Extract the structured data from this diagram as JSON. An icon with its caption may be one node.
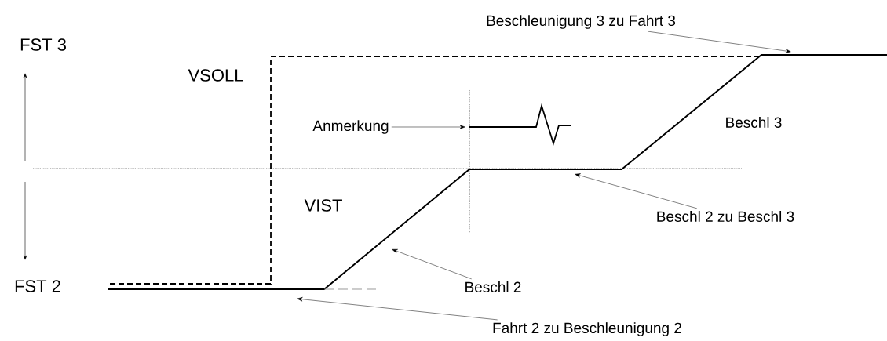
{
  "diagram": {
    "nodes": [
      {
        "text": [
          "Beschleunigung 3 zu Fahrt 3"
        ]
      },
      {
        "text": [
          "Anmerkung"
        ]
      },
      {
        "text": [
          "Beschl 2 zu Beschl 3"
        ]
      },
      {
        "text": [
          "Beschl 2"
        ]
      },
      {
        "text": [
          "Fahrt 2 zu Beschleunigung 2"
        ]
      }
    ],
    "edges": [
      {
        "from": 0,
        "to": null,
        "arrow": "to"
      },
      {
        "from": 1,
        "to": null,
        "arrow": "to"
      },
      {
        "from": 2,
        "to": null,
        "arrow": "to"
      },
      {
        "from": 3,
        "to": null,
        "arrow": "to"
      },
      {
        "from": 4,
        "to": null,
        "arrow": "to"
      }
    ],
    "labels": [
      "FST 3",
      "VSOLL",
      "Beschl 3",
      "VIST",
      "FST 2"
    ]
  }
}
